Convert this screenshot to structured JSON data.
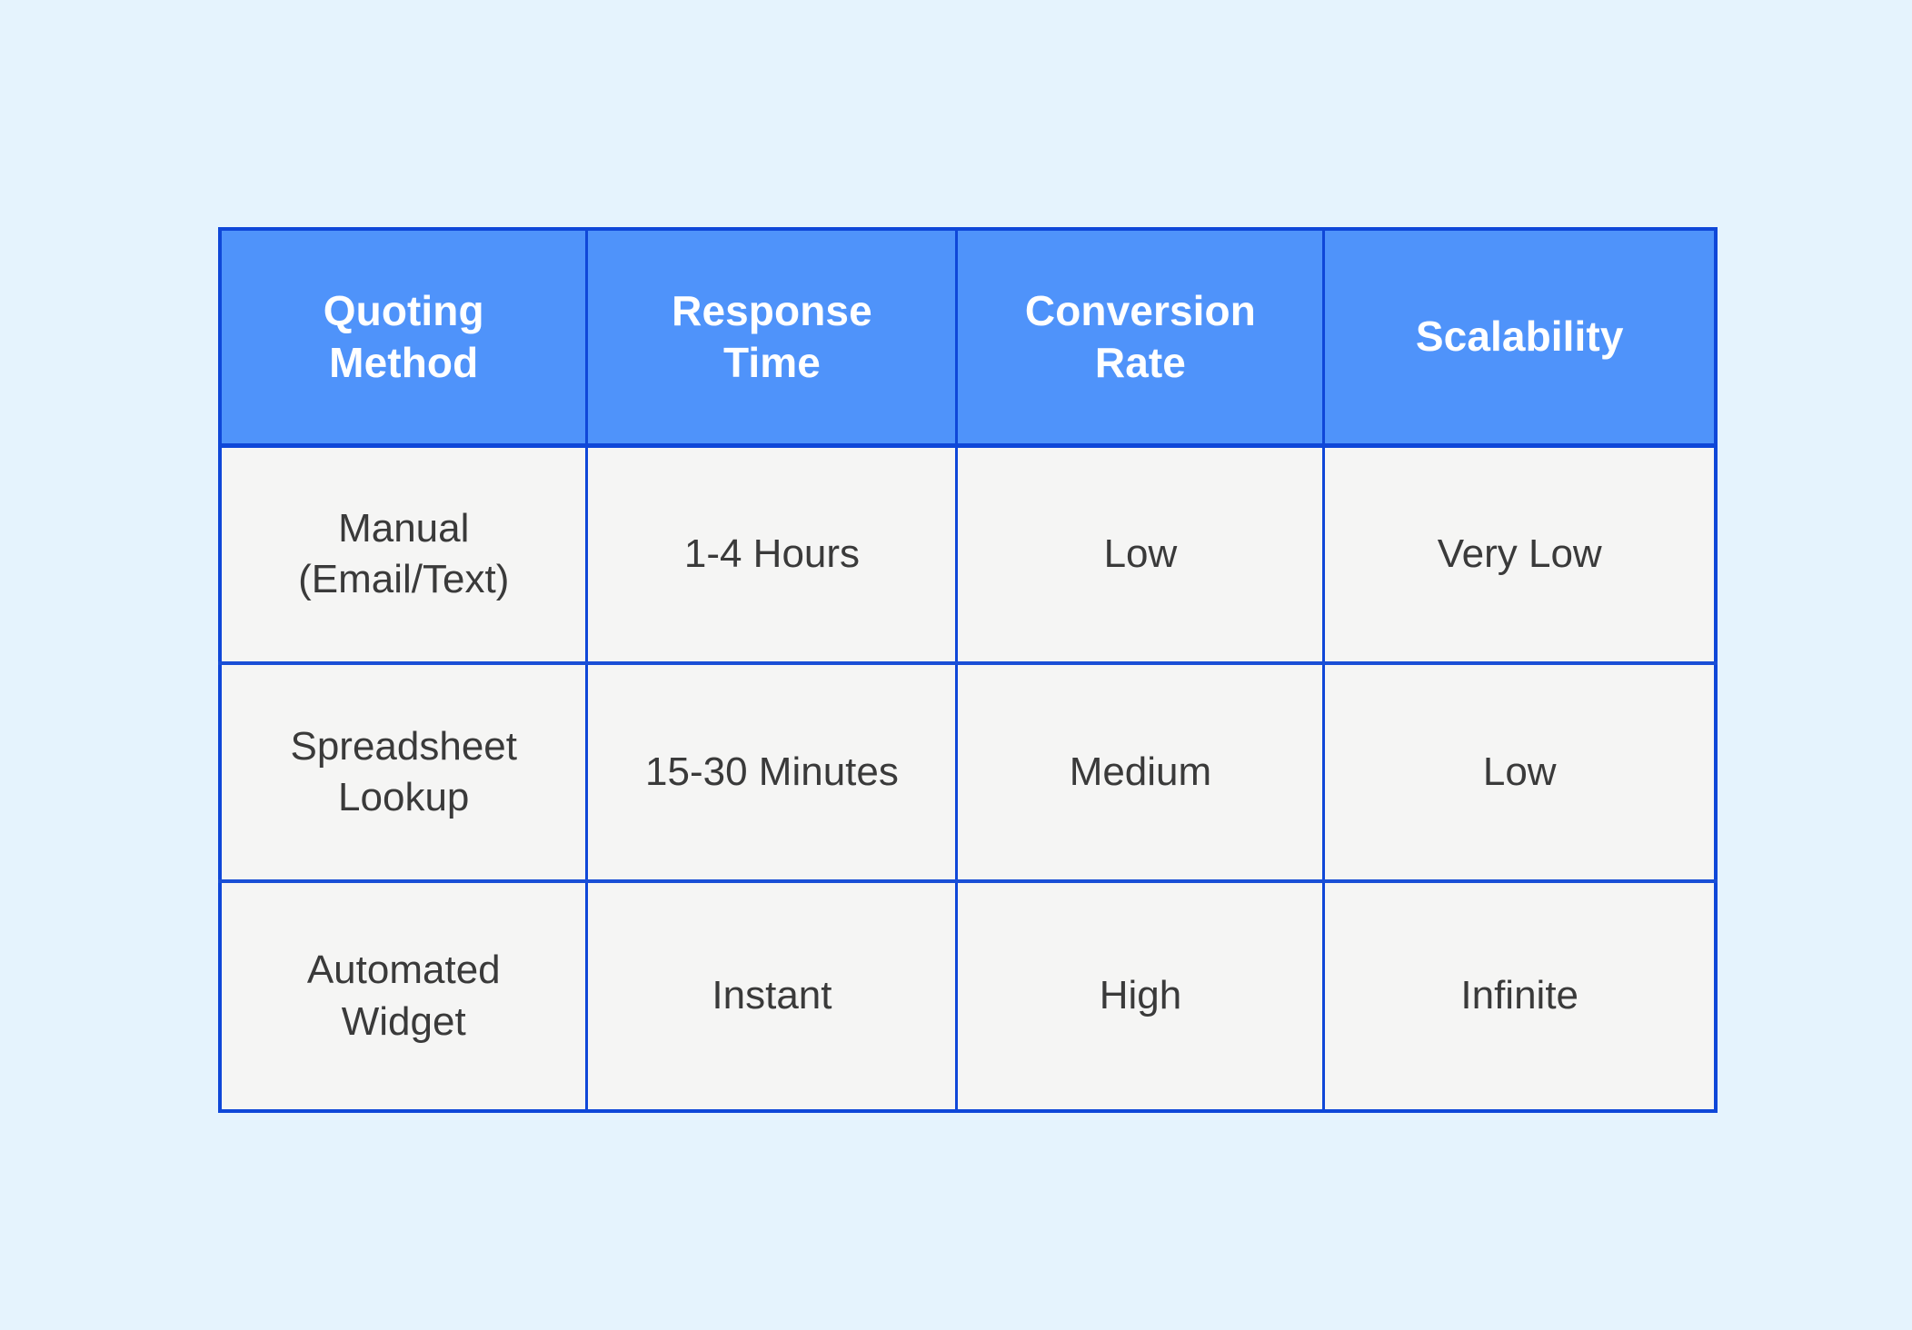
{
  "page": {
    "background_color": "#e5f3fd",
    "accent_color": "#4f93fa",
    "border_color": "#0f47d8",
    "cell_background_color": "#f5f5f4",
    "header_text_color": "#ffffff",
    "body_text_color": "#3a3a3a"
  },
  "chart_data": {
    "type": "table",
    "title": "",
    "columns": [
      "Quoting Method",
      "Response Time",
      "Conversion Rate",
      "Scalability"
    ],
    "column_lines": [
      [
        "Quoting",
        "Method"
      ],
      [
        "Response",
        "Time"
      ],
      [
        "Conversion",
        "Rate"
      ],
      [
        "Scalability"
      ]
    ],
    "rows": [
      {
        "method": "Manual (Email/Text)",
        "method_lines": [
          "Manual",
          "(Email/Text)"
        ],
        "response_time": "1-4 Hours",
        "conversion_rate": "Low",
        "scalability": "Very Low"
      },
      {
        "method": "Spreadsheet Lookup",
        "method_lines": [
          "Spreadsheet",
          "Lookup"
        ],
        "response_time": "15-30 Minutes",
        "conversion_rate": "Medium",
        "scalability": "Low"
      },
      {
        "method": "Automated Widget",
        "method_lines": [
          "Automated",
          "Widget"
        ],
        "response_time": "Instant",
        "conversion_rate": "High",
        "scalability": "Infinite"
      }
    ]
  }
}
